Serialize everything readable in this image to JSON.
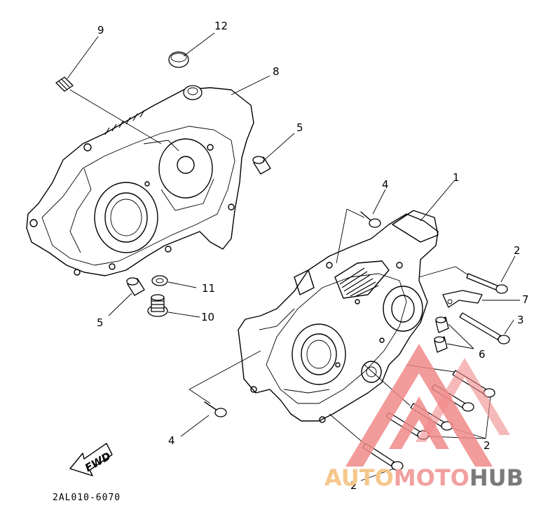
{
  "diagram": {
    "callouts": {
      "p1": "1",
      "p2a": "2",
      "p2b": "2",
      "p2c": "2",
      "p3": "3",
      "p4a": "4",
      "p4b": "4",
      "p5a": "5",
      "p5b": "5",
      "p6": "6",
      "p7": "7",
      "p8": "8",
      "p9": "9",
      "p10": "10",
      "p11": "11",
      "p12": "12"
    },
    "fwd_label": "FWD",
    "code": "2AL010-6070"
  },
  "watermark": {
    "part1": "AUTO",
    "part2": "MOTO",
    "part3": "HUB",
    "colors": {
      "auto": "#f5c78c",
      "moto": "#f2a0a0",
      "hub": "#7a7a7a",
      "triangle": "#f08a8a"
    }
  }
}
